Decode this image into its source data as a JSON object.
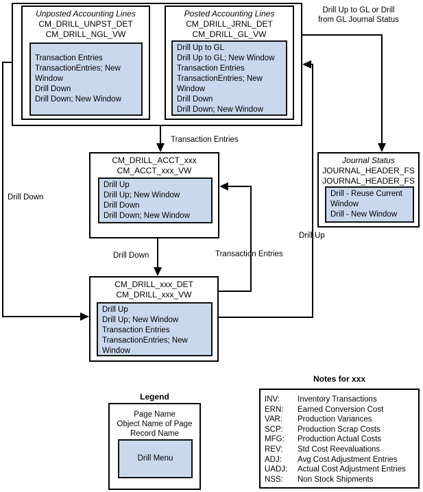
{
  "colors": {
    "menu_fill": "#c9d8ec",
    "line": "#000000",
    "box_border": "#000000"
  },
  "labels": {
    "gl_line1": "Drill Up to GL or Drill",
    "gl_line2": "from GL Journal Status",
    "transaction_entries_top": "Transaction Entries",
    "drill_down_left": "Drill Down",
    "drill_down_mid": "Drill Down",
    "transaction_entries_loop": "Transaction Entries",
    "drill_up": "Drill Up"
  },
  "boxes": {
    "unposted": {
      "title": "Unposted Accounting Lines",
      "object_name": "CM_DRILL_UNPST_DET",
      "record_name": "CM_DRILL_NGL_VW",
      "menu": [
        "Transaction Entries",
        "TransactionEntries; New Window",
        "Drill Down",
        "Drill Down; New Window"
      ]
    },
    "posted": {
      "title": "Posted Accounting Lines",
      "object_name": "CM_DRILL_JRNL_DET",
      "record_name": "CM_DRILL_GL_VW",
      "menu": [
        "Drill Up to GL",
        "Drill Up to GL; New Window",
        "Transaction Entries",
        "TransactionEntries; New Window",
        "Drill Down",
        "Drill Down; New Window"
      ]
    },
    "acct": {
      "object_name": "CM_DRILL_ACCT_xxx",
      "record_name": "CM_ACCT_xxx_VW",
      "menu": [
        "Drill Up",
        "Drill Up; New Window",
        "Drill Down",
        "Drill Down; New Window"
      ]
    },
    "det": {
      "object_name": "CM_DRILL_xxx_DET",
      "record_name": "CM_DRILL_xxx_VW",
      "menu": [
        "Drill Up",
        "Drill Up; New Window",
        "Transaction Entries",
        "TransactionEntries; New Window"
      ]
    },
    "journal": {
      "title": "Journal Status",
      "object_name": "JOURNAL_HEADER_FS",
      "record_name": "JOURNAL_HEADER_FS",
      "menu": [
        "Drill - Reuse Current Window",
        "Drill - New Window"
      ]
    }
  },
  "legend": {
    "title": "Legend",
    "lines": [
      "Page Name",
      "Object Name of Page",
      "Record Name"
    ],
    "menu_label": "Drill Menu"
  },
  "notes": {
    "title": "Notes for xxx",
    "rows": [
      {
        "code": "INV:",
        "desc": "Inventory Transactions"
      },
      {
        "code": "ERN:",
        "desc": "Earned Conversion Cost"
      },
      {
        "code": "VAR:",
        "desc": "Production Variances"
      },
      {
        "code": "SCP:",
        "desc": "Production Scrap Costs"
      },
      {
        "code": "MFG:",
        "desc": "Production Actual Costs"
      },
      {
        "code": "REV:",
        "desc": "Std Cost Reevaluations"
      },
      {
        "code": "ADJ:",
        "desc": "Avg Cost Adjustment Entries"
      },
      {
        "code": "UADJ:",
        "desc": "Actual Cost Adjustment Entries"
      },
      {
        "code": "NSS:",
        "desc": "Non Stock Shipments"
      }
    ]
  }
}
